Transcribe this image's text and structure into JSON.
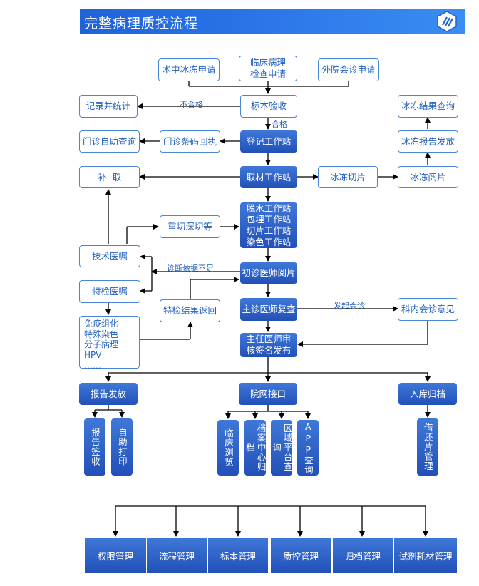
{
  "header": {
    "title": "完整病理质控流程"
  },
  "logo": {
    "name": "logo"
  },
  "requests": {
    "intraop": "术中冰冻申请",
    "clinical": [
      "临床病理",
      "检查申请"
    ],
    "external": "外院会诊申请"
  },
  "labels": {
    "unqualified": "不合格",
    "qualified": "合格",
    "insufficient": "诊断依据不足",
    "consult": "发起会诊"
  },
  "flow": {
    "receive": "标本验收",
    "register": "登记工作站",
    "sampling": "取材工作站",
    "process": [
      "脱水工作站",
      "包埋工作站",
      "切片工作站",
      "染色工作站"
    ],
    "first_read": "初诊医师阅片",
    "review": "主诊医师复查",
    "final": [
      "主任医师审",
      "核签名发布"
    ]
  },
  "left": {
    "record": "记录并统计",
    "self_query": "门诊自助查询",
    "resample": "补  取",
    "tech_order": "技术医嘱",
    "special_order": "特检医嘱",
    "special_list": [
      "免疫组化",
      "特殊染色",
      "分子病理",
      "HPV",
      "……"
    ]
  },
  "middle": {
    "receipt": "门诊条码回执",
    "recut": "重切深切等",
    "special_result": "特检结果返回"
  },
  "right": {
    "frozen_query": "冰冻结果查询",
    "frozen_report": "冰冻报告发放",
    "frozen_read": "冰冻阅片",
    "frozen_cut": "冰冻切片",
    "consult_opinion": "科内会诊意见"
  },
  "bottom": {
    "report": "报告发放",
    "hospital": "院网接口",
    "archive": "入库归档",
    "report_sub": [
      "报告签收",
      "自助打印"
    ],
    "hospital_sub": [
      "临床浏览",
      "档案中心归档",
      "区域平台查询",
      "APP查询"
    ],
    "archive_sub": [
      "借还片管理"
    ]
  },
  "mgmt": [
    "权限管理",
    "流程管理",
    "标本管理",
    "质控管理",
    "归档管理",
    "试剂耗材管理"
  ]
}
